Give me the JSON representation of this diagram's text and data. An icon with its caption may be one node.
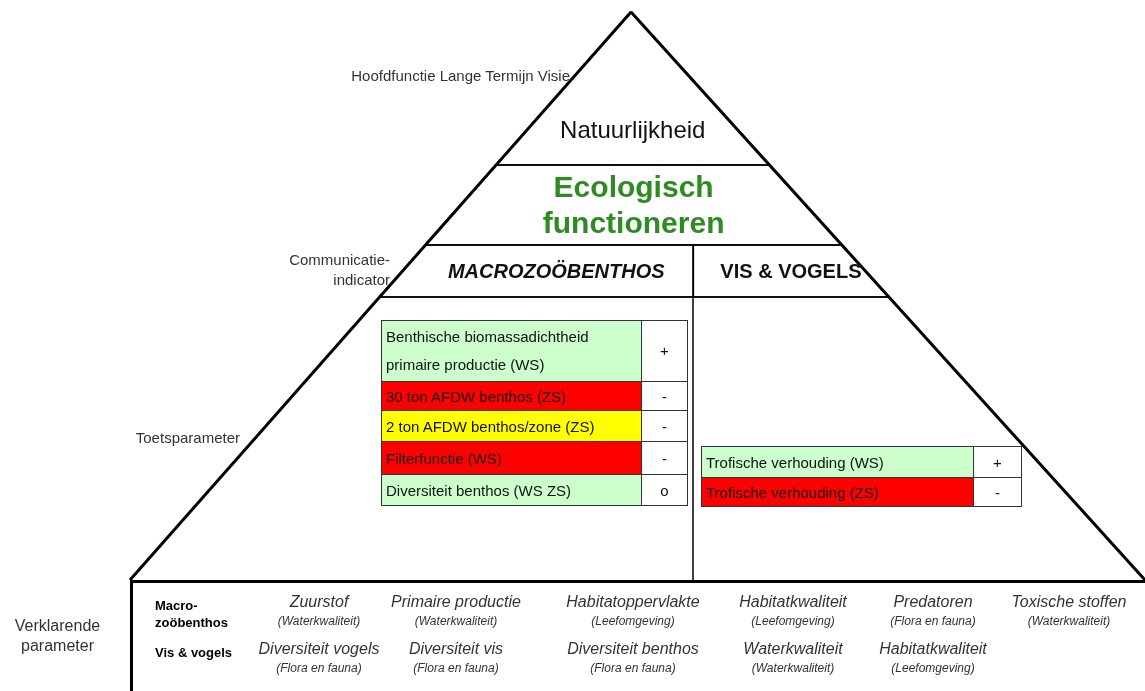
{
  "diagram": {
    "nodes": [
      {
        "text": [
          "Natuurlijkheid"
        ]
      },
      {
        "text": [
          "Ecologisch functioneren"
        ]
      },
      {
        "text": [
          "MACROZOÖBENTHOS"
        ]
      },
      {
        "text": [
          "VIS & VOGELS"
        ]
      },
      {
        "text": [
          "Macro- zoöbenthos",
          "Zuurstof",
          "(Waterkwaliteit)",
          "Primaire productie",
          "(Waterkwaliteit)",
          "Habitatoppervlakte",
          "(Leefomgeving)",
          "Habitatkwaliteit",
          "(Leefomgeving)",
          "Predatoren",
          "(Flora en fauna)",
          "Toxische stoffen",
          "(Waterkwaliteit)",
          "Vis & vogels",
          "Diversiteit vogels",
          "(Flora en fauna)",
          "Diversiteit vis",
          "(Flora en fauna)",
          "Diversiteit benthos",
          "(Flora en fauna)",
          "Waterkwaliteit",
          "(Waterkwaliteit)",
          "Habitatkwaliteit",
          "(Leefomgeving)"
        ]
      }
    ],
    "edges": [],
    "labels": [
      "Hoofdfunctie Lange Termijn Visie",
      "Communicatie- indicator",
      "Benthische biomassadichtheid primaire productie (WS)",
      "+",
      "30 ton AFDW benthos (ZS)",
      "-",
      "2 ton AFDW benthos/zone (ZS)",
      "-",
      "Filterfunctie (WS)",
      "-",
      "Diversiteit benthos (WS ZS)",
      "o",
      "Toetsparameter",
      "Trofische verhouding (WS)",
      "+",
      "Trofische verhouding (ZS)",
      "-",
      "Verklarende parameter"
    ]
  }
}
